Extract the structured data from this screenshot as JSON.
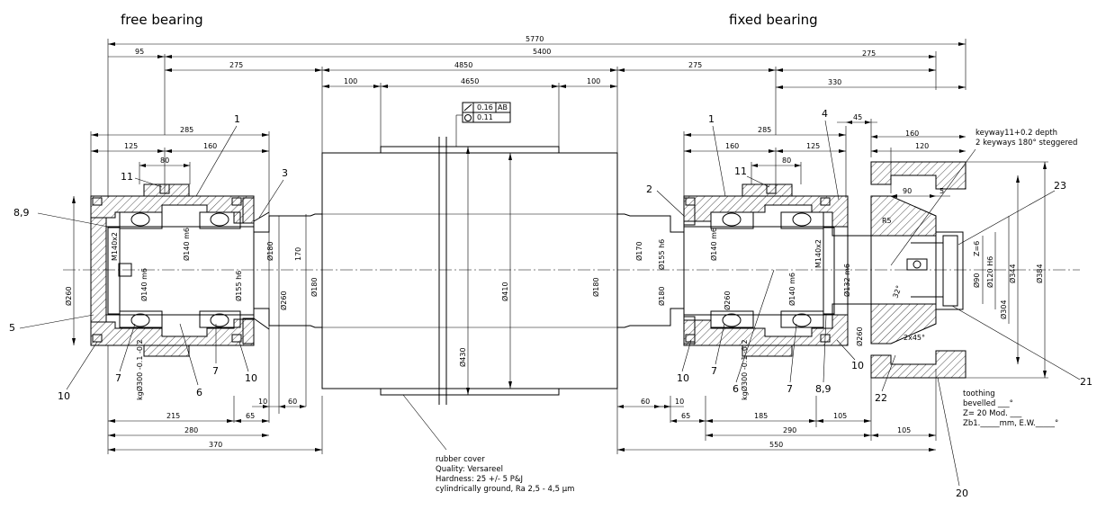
{
  "titles": {
    "left": "free bearing",
    "right": "fixed bearing"
  },
  "dims": {
    "d5770": "5770",
    "d95": "95",
    "d5400": "5400",
    "d275a": "275",
    "d275b": "275",
    "d275c": "275",
    "d4850": "4850",
    "d100a": "100",
    "d4650": "4650",
    "d100b": "100",
    "d330": "330",
    "d285l": "285",
    "d125l": "125",
    "d160l": "160",
    "d80l": "80",
    "d285r": "285",
    "d160r": "160",
    "d125r": "125",
    "d80r": "80",
    "d45": "45",
    "d160k": "160",
    "d120k": "120",
    "d90": "90",
    "d5": "5",
    "d10l": "10",
    "d60l": "60",
    "d215": "215",
    "d65l": "65",
    "d280": "280",
    "d370": "370",
    "d60r": "60",
    "d10r": "10",
    "d65r": "65",
    "d185": "185",
    "d105r": "105",
    "d290": "290",
    "d105k": "105",
    "d550": "550"
  },
  "diameters": {
    "l_m140": "M140x2",
    "l_140m6a": "Ø140 m6",
    "l_140m6b": "Ø140 m6",
    "l_155": "Ø155 h6",
    "l_180": "Ø180",
    "l_170": "170",
    "l_260a": "Ø260",
    "l_260b": "Ø260",
    "l_180b": "Ø180",
    "l_kg": "kgØ300 -0.1 -0.2",
    "c_410": "Ø410",
    "c_430": "Ø430",
    "c_180": "Ø180",
    "r_170": "Ø170",
    "r_155": "Ø155 h6",
    "r_180": "Ø180",
    "r_140a": "Ø140 m6",
    "r_260": "Ø260",
    "r_kg": "kgØ300 -0.1 -0.2",
    "r_140b": "Ø140 m6",
    "r_m140": "M140x2",
    "r_132": "Ø132 m6",
    "r_260b": "Ø260",
    "k_90": "Ø90",
    "k_120": "Ø120 H6",
    "k_304": "Ø304",
    "k_344": "Ø344",
    "k_384": "Ø384",
    "k_zn": "Z=6",
    "k_chamfer": "2x45°",
    "k_angle": "32°",
    "k_r": "R5"
  },
  "tolerance": {
    "runout": "0.16",
    "runout_ref": "AB",
    "round": "0.11"
  },
  "parts": {
    "p1l": "1",
    "p11l": "11",
    "p3": "3",
    "p89l": "8,9",
    "p5": "5",
    "p10l1": "10",
    "p7l1": "7",
    "p6l": "6",
    "p7l2": "7",
    "p10l2": "10",
    "p1r": "1",
    "p4": "4",
    "p11r": "11",
    "p2": "2",
    "p10r1": "10",
    "p7r1": "7",
    "p6r": "6",
    "p7r2": "7",
    "p89r": "8,9",
    "p10r2": "10",
    "p23": "23",
    "p21": "21",
    "p22": "22",
    "p20": "20"
  },
  "notes": {
    "keyway1": "keyway11+0.2 depth",
    "keyway2": "2 keyways 180° steggered",
    "rubber": [
      "rubber cover",
      "Quality: Versareel",
      "Hardness: 25 +/- 5 P&J",
      "cylindrically ground, Ra 2,5 - 4,5 µm"
    ],
    "toothing": [
      "toothing",
      "bevelled ___°",
      "Z= 20        Mod. ___",
      "Zb1._____mm, E.W._____°"
    ]
  }
}
